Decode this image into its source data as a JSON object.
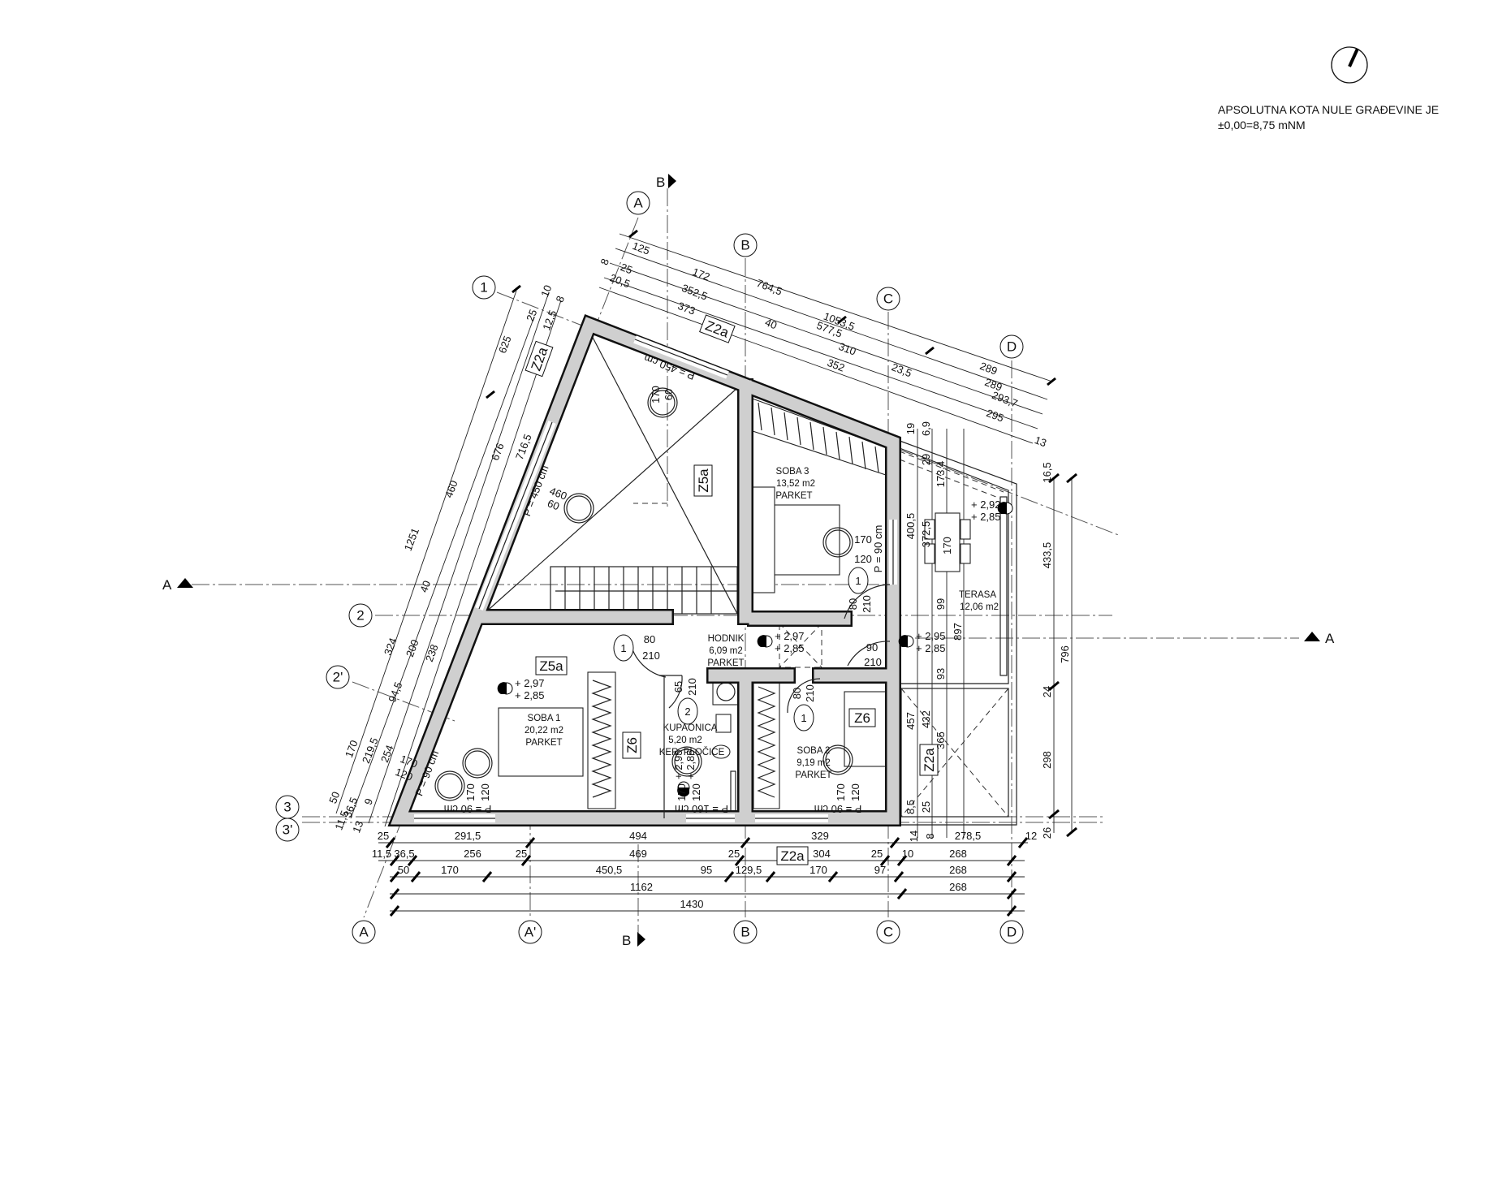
{
  "header": {
    "line1": "APSOLUTNA KOTA NULE GRAĐEVINE JE",
    "line2": "±0,00=8,75 mNM"
  },
  "icons": {
    "north_arrow": "north-arrow-icon",
    "level_marker": "level-marker-icon",
    "section_marker": "section-arrow-icon"
  },
  "grid_axes": {
    "A": "A",
    "A_prime": "A'",
    "B": "B",
    "C": "C",
    "D": "D",
    "r1": "1",
    "r2": "2",
    "r2_prime": "2'",
    "r3": "3",
    "r3_prime": "3'"
  },
  "sections": {
    "A": "A",
    "B": "B"
  },
  "rooms": [
    {
      "name": "SOBA 3",
      "area": "13,52 m2",
      "floor": "PARKET"
    },
    {
      "name": "HODNIK",
      "area": "6,09 m2",
      "floor": "PARKET"
    },
    {
      "name": "SOBA 1",
      "area": "20,22 m2",
      "floor": "PARKET"
    },
    {
      "name": "KUPAONICA",
      "area": "5,20 m2",
      "floor": "KER. PLOČICE"
    },
    {
      "name": "SOBA 2",
      "area": "9,19 m2",
      "floor": "PARKET"
    },
    {
      "name": "TERASA",
      "area": "12,06 m2"
    }
  ],
  "levels": [
    {
      "top": "+ 2,92",
      "bottom": "+ 2,85"
    },
    {
      "top": "+ 2,97",
      "bottom": "+ 2,85"
    },
    {
      "top": "+ 2,97",
      "bottom": "+ 2,85"
    },
    {
      "top": "+ 2,95",
      "bottom": "+ 2,85"
    },
    {
      "top": "+ 2,95",
      "bottom": "+ 2,85"
    }
  ],
  "tags": [
    "Z2a",
    "Z2a",
    "Z5a",
    "Z5a",
    "Z6",
    "Z6",
    "Z2a",
    "Z2a"
  ],
  "dims_top": [
    "8",
    "125",
    "25",
    "20,5",
    "172",
    "352,5",
    "373",
    "764,5",
    "1053,5",
    "40",
    "577,5",
    "310",
    "352",
    "23,5",
    "289",
    "289",
    "293,7",
    "295",
    "13"
  ],
  "dims_left": [
    "625",
    "25",
    "10",
    "12,5",
    "8",
    "676",
    "716,5",
    "460",
    "1251",
    "40",
    "324",
    "200",
    "238",
    "94,5",
    "170",
    "219,5",
    "254",
    "50",
    "36,5",
    "9",
    "11,5",
    "13"
  ],
  "dims_bottom": {
    "row1": [
      "25",
      "291,5",
      "494",
      "329",
      "14",
      "8",
      "278,5",
      "12"
    ],
    "row2": [
      "11,5",
      "36,5",
      "256",
      "25",
      "469",
      "25",
      "304",
      "25",
      "10",
      "268"
    ],
    "row3": [
      "50",
      "170",
      "450,5",
      "95",
      "129,5",
      "170",
      "97",
      "268"
    ],
    "row4": [
      "1162",
      "268"
    ],
    "row5": [
      "1430"
    ]
  },
  "dims_right": [
    "16,5",
    "433,5",
    "796",
    "24",
    "298",
    "26"
  ],
  "dims_inner": [
    "19",
    "6,9",
    "29",
    "173,4",
    "400,5",
    "372,5",
    "170",
    "99",
    "897",
    "93",
    "457",
    "432",
    "365",
    "8,5",
    "25"
  ],
  "openings": [
    "P = 450 cm",
    "170",
    "60",
    "P = 450 cm",
    "460",
    "60",
    "170",
    "120",
    "P = 90 cm",
    "170",
    "120",
    "P = 90 cm",
    "P = 90 cm",
    "170",
    "120",
    "P = 160 cm",
    "170",
    "120",
    "P = 90 cm",
    "170",
    "120"
  ],
  "doors": [
    "1",
    "80",
    "210",
    "1",
    "80",
    "210",
    "90",
    "210",
    "2",
    "65",
    "210",
    "1",
    "80",
    "210"
  ]
}
